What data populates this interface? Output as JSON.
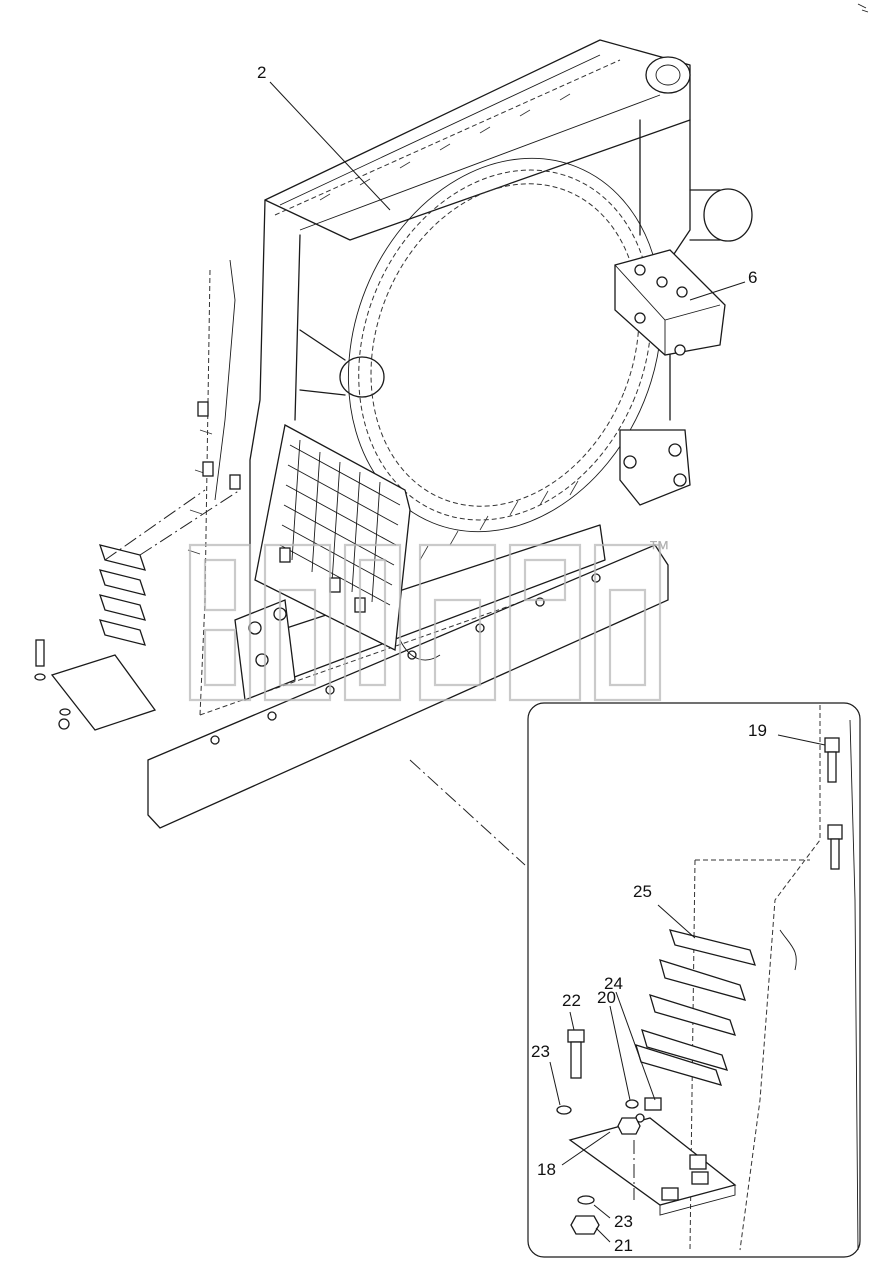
{
  "diagram": {
    "callouts": [
      {
        "id": "c2",
        "label": "2"
      },
      {
        "id": "c6",
        "label": "6"
      },
      {
        "id": "c19",
        "label": "19"
      },
      {
        "id": "c25",
        "label": "25"
      },
      {
        "id": "c22",
        "label": "22"
      },
      {
        "id": "c20",
        "label": "20"
      },
      {
        "id": "c24",
        "label": "24"
      },
      {
        "id": "c23a",
        "label": "23"
      },
      {
        "id": "c18",
        "label": "18"
      },
      {
        "id": "c23b",
        "label": "23"
      },
      {
        "id": "c21",
        "label": "21"
      }
    ]
  },
  "watermark": {
    "trademark": "™"
  }
}
